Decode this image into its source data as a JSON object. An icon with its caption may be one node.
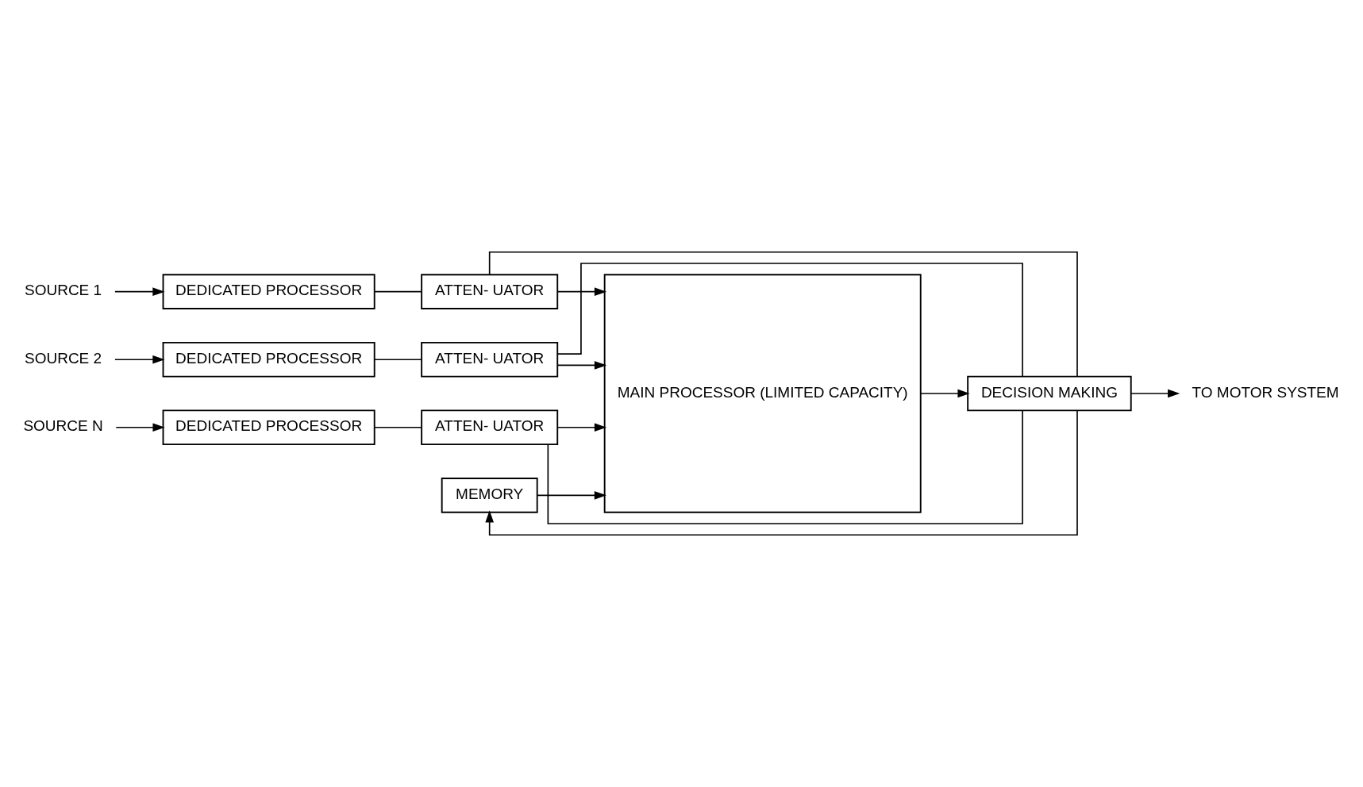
{
  "diagram": {
    "nodes": [
      {
        "text": [
          "SOURCE 1"
        ]
      },
      {
        "text": [
          "DEDICATED PROCESSOR"
        ]
      },
      {
        "text": [
          "ATTEN- UATOR"
        ]
      },
      {
        "text": [
          "SOURCE 2"
        ]
      },
      {
        "text": [
          "DEDICATED PROCESSOR"
        ]
      },
      {
        "text": [
          "ATTEN- UATOR"
        ]
      },
      {
        "text": [
          "SOURCE N"
        ]
      },
      {
        "text": [
          "DEDICATED PROCESSOR"
        ]
      },
      {
        "text": [
          "ATTEN- UATOR"
        ]
      },
      {
        "text": [
          "MEMORY"
        ]
      },
      {
        "text": [
          "MAIN PROCESSOR (LIMITED CAPACITY)"
        ]
      },
      {
        "text": [
          "DECISION MAKING"
        ]
      },
      {
        "text": [
          "TO MOTOR SYSTEM"
        ]
      }
    ],
    "edges": [
      {
        "from": 0,
        "to": 1,
        "arrow": "to"
      },
      {
        "from": 1,
        "to": 2,
        "arrow": "none"
      },
      {
        "from": 2,
        "to": 10,
        "arrow": "to"
      },
      {
        "from": 3,
        "to": 4,
        "arrow": "to"
      },
      {
        "from": 4,
        "to": 5,
        "arrow": "none"
      },
      {
        "from": 5,
        "to": 10,
        "arrow": "to"
      },
      {
        "from": 6,
        "to": 7,
        "arrow": "to"
      },
      {
        "from": 7,
        "to": 8,
        "arrow": "none"
      },
      {
        "from": 8,
        "to": 10,
        "arrow": "to"
      },
      {
        "from": 9,
        "to": 10,
        "arrow": "to"
      },
      {
        "from": 10,
        "to": 11,
        "arrow": "to"
      },
      {
        "from": 11,
        "to": 9,
        "arrow": "to"
      },
      {
        "from": 11,
        "to": 12,
        "arrow": "to"
      },
      {
        "from": 11,
        "to": 2,
        "arrow": "none"
      },
      {
        "from": 11,
        "to": 5,
        "arrow": "none"
      },
      {
        "from": 11,
        "to": 8,
        "arrow": "none"
      }
    ]
  }
}
